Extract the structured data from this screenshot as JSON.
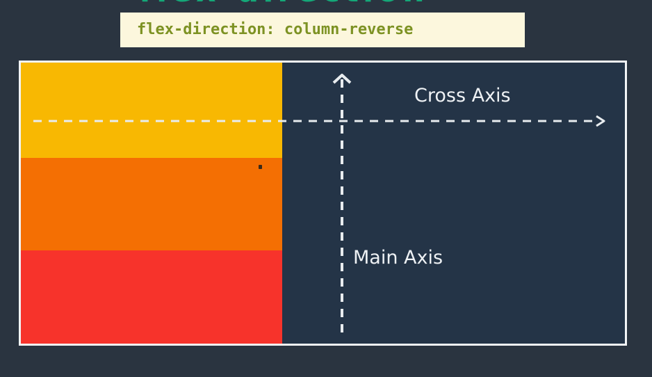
{
  "title_fragment": "flex-direction",
  "code_label": "flex-direction: column-reverse",
  "flex_items": [
    {
      "name": "red",
      "color": "#f7332b"
    },
    {
      "name": "orange",
      "color": "#f46f03"
    },
    {
      "name": "yellow",
      "color": "#f8b802"
    }
  ],
  "colors": {
    "background": "#2a3440",
    "container_background": "#243447",
    "container_border": "#f2f4f6",
    "axis_line": "#e8ecef",
    "code_label_background": "#fcf7dd",
    "code_label_text": "#7d9223",
    "title_text": "#14a878"
  },
  "axes": {
    "cross_axis_label": "Cross Axis",
    "main_axis_label": "Main Axis"
  }
}
